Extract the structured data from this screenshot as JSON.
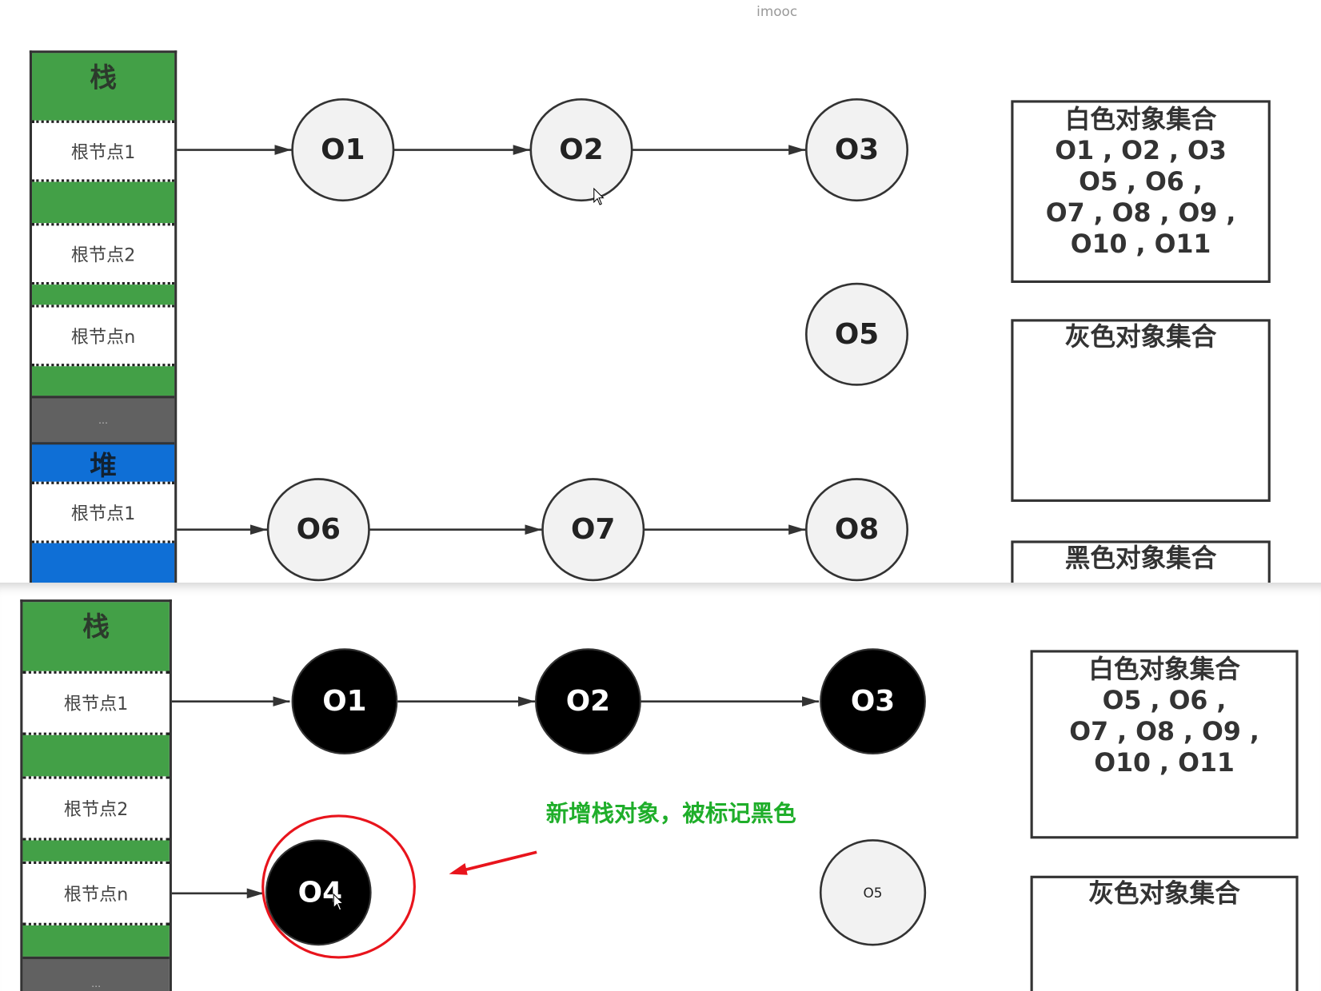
{
  "watermark": "imooc",
  "top": {
    "stack": {
      "title": "栈",
      "roots": [
        "根节点1",
        "根节点2",
        "根节点n"
      ],
      "more": "..."
    },
    "heap": {
      "title": "堆",
      "roots": [
        "根节点1"
      ]
    },
    "nodes": [
      "O1",
      "O2",
      "O3",
      "O5",
      "O6",
      "O7",
      "O8"
    ],
    "white_set": {
      "title": "白色对象集合",
      "lines": [
        "O1 , O2 , O3",
        "O5 , O6 ,",
        "O7 , O8 , O9 ,",
        "O10 , O11"
      ]
    },
    "gray_set": {
      "title": "灰色对象集合"
    },
    "black_set": {
      "title": "黑色对象集合"
    }
  },
  "bottom": {
    "stack": {
      "title": "栈",
      "roots": [
        "根节点1",
        "根节点2",
        "根节点n"
      ],
      "more": "..."
    },
    "black_nodes": [
      "O1",
      "O2",
      "O3",
      "O4"
    ],
    "white_nodes": [
      "O5"
    ],
    "annotation": "新增栈对象，被标记黑色",
    "white_set": {
      "title": "白色对象集合",
      "lines": [
        "O5 , O6 ,",
        "O7 , O8 , O9 ,",
        "O10 , O11"
      ]
    },
    "gray_set": {
      "title": "灰色对象集合"
    }
  },
  "colors": {
    "stack": "#43a047",
    "heap": "#0f6fd6",
    "white_node": "#f2f2f2",
    "black_node": "#000000",
    "annotation": "#1fae2a",
    "highlight": "#e8141c"
  }
}
